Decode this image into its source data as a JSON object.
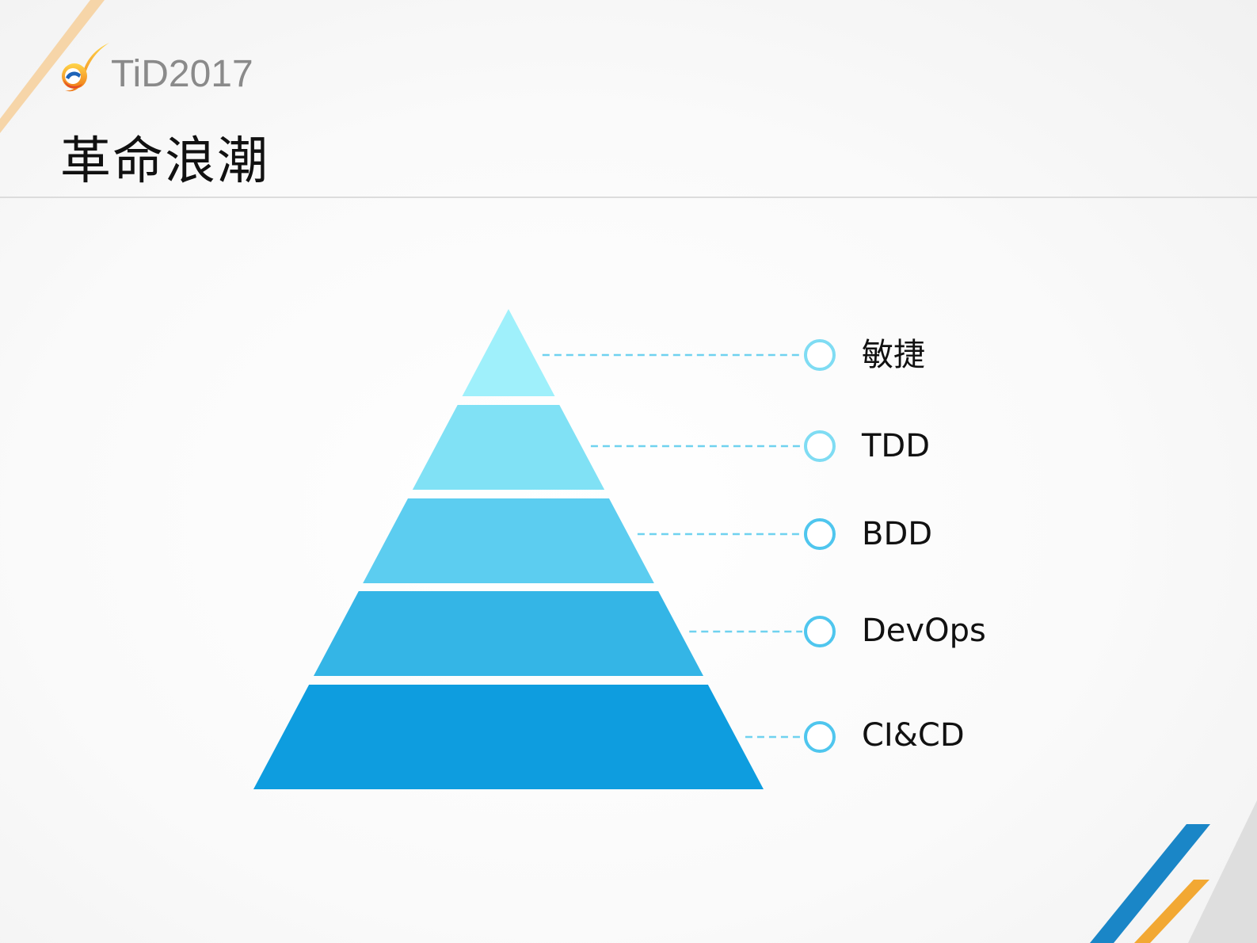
{
  "logo": {
    "text": "TiD2017"
  },
  "title": "革命浪潮",
  "pyramid": {
    "type": "pyramid",
    "levels": [
      {
        "label": "敏捷",
        "color": "#9ff0fb"
      },
      {
        "label": "TDD",
        "color": "#80e1f5"
      },
      {
        "label": "BDD",
        "color": "#5ccdf0"
      },
      {
        "label": "DevOps",
        "color": "#34b5e6"
      },
      {
        "label": "CI&CD",
        "color": "#0e9ddf"
      }
    ]
  },
  "colors": {
    "accent_orange": "#f2a833",
    "accent_blue": "#0b7cb5",
    "circle_stroke": "#4fc6ee",
    "dash_line": "#6fd2ef"
  }
}
